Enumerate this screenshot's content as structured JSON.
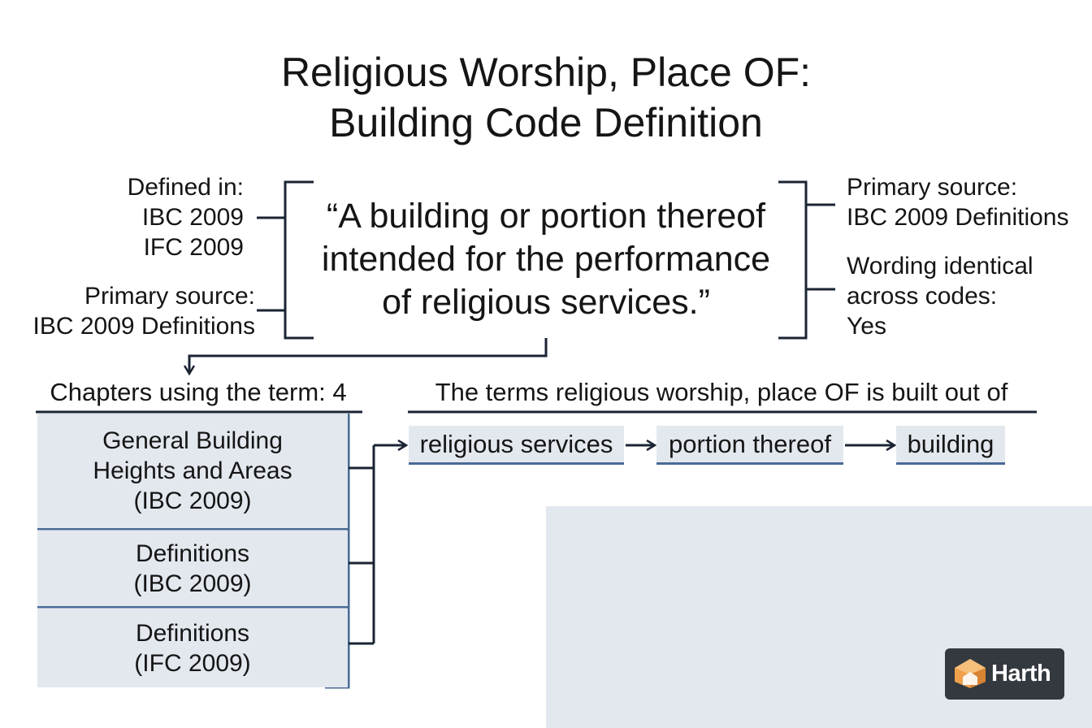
{
  "title": {
    "line1": "Religious Worship, Place OF:",
    "line2": "Building Code Definition"
  },
  "definition": {
    "line1": "“A building or portion thereof",
    "line2": "intended for the performance",
    "line3": "of religious services.”"
  },
  "defined_in": {
    "label": "Defined in:",
    "codes": [
      "IBC 2009",
      "IFC 2009"
    ]
  },
  "primary_source_left": {
    "label": "Primary source:",
    "value": "IBC 2009 Definitions"
  },
  "primary_source_right": {
    "label": "Primary source:",
    "value": "IBC 2009 Definitions"
  },
  "wording_identical": {
    "line1": "Wording identical",
    "line2": "across codes:",
    "value": "Yes"
  },
  "chapters": {
    "title": "Chapters using the term: 4",
    "items": [
      {
        "lines": [
          "General Building",
          "Heights and Areas",
          "(IBC 2009)"
        ]
      },
      {
        "lines": [
          "Definitions",
          "(IBC 2009)"
        ]
      },
      {
        "lines": [
          "Definitions",
          "(IFC 2009)"
        ]
      }
    ]
  },
  "built_out_of": {
    "title": "The terms religious worship, place OF is built out of",
    "terms": [
      "religious services",
      "portion thereof",
      "building"
    ]
  },
  "logo": {
    "text": "Harth"
  },
  "colors": {
    "line_dark": "#1a2433",
    "line_blue": "#4a6a95",
    "cell_fill": "#e3e8ef",
    "logo_bg": "#33393f",
    "logo_orange": "#f0a04b"
  }
}
